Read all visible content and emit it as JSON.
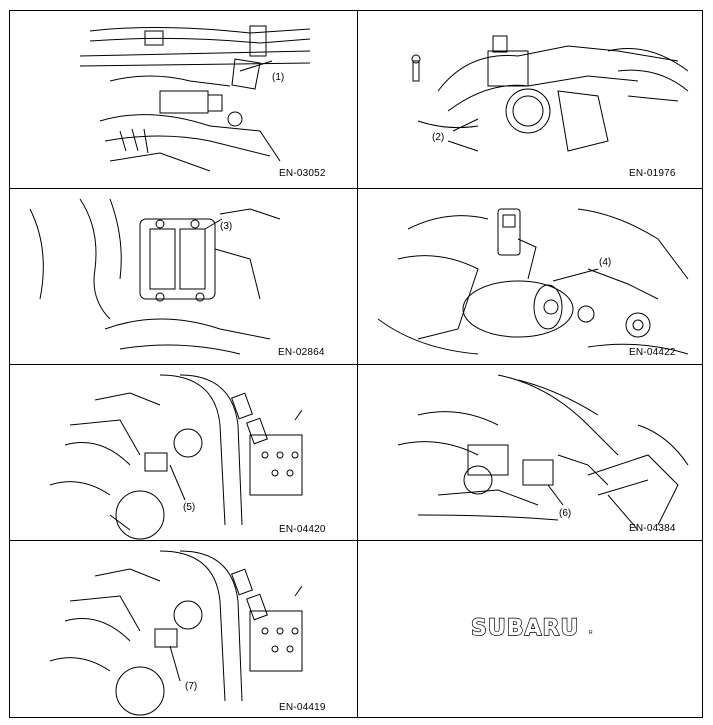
{
  "panels": [
    {
      "callout": "(1)",
      "code": "EN-03052"
    },
    {
      "callout": "(2)",
      "code": "EN-01976"
    },
    {
      "callout": "(3)",
      "code": "EN-02864"
    },
    {
      "callout": "(4)",
      "code": "EN-04422"
    },
    {
      "callout": "(5)",
      "code": "EN-04420"
    },
    {
      "callout": "(6)",
      "code": "EN-04384"
    },
    {
      "callout": "(7)",
      "code": "EN-04419"
    }
  ],
  "logo": {
    "text": "SUBARU",
    "mark": "R"
  }
}
